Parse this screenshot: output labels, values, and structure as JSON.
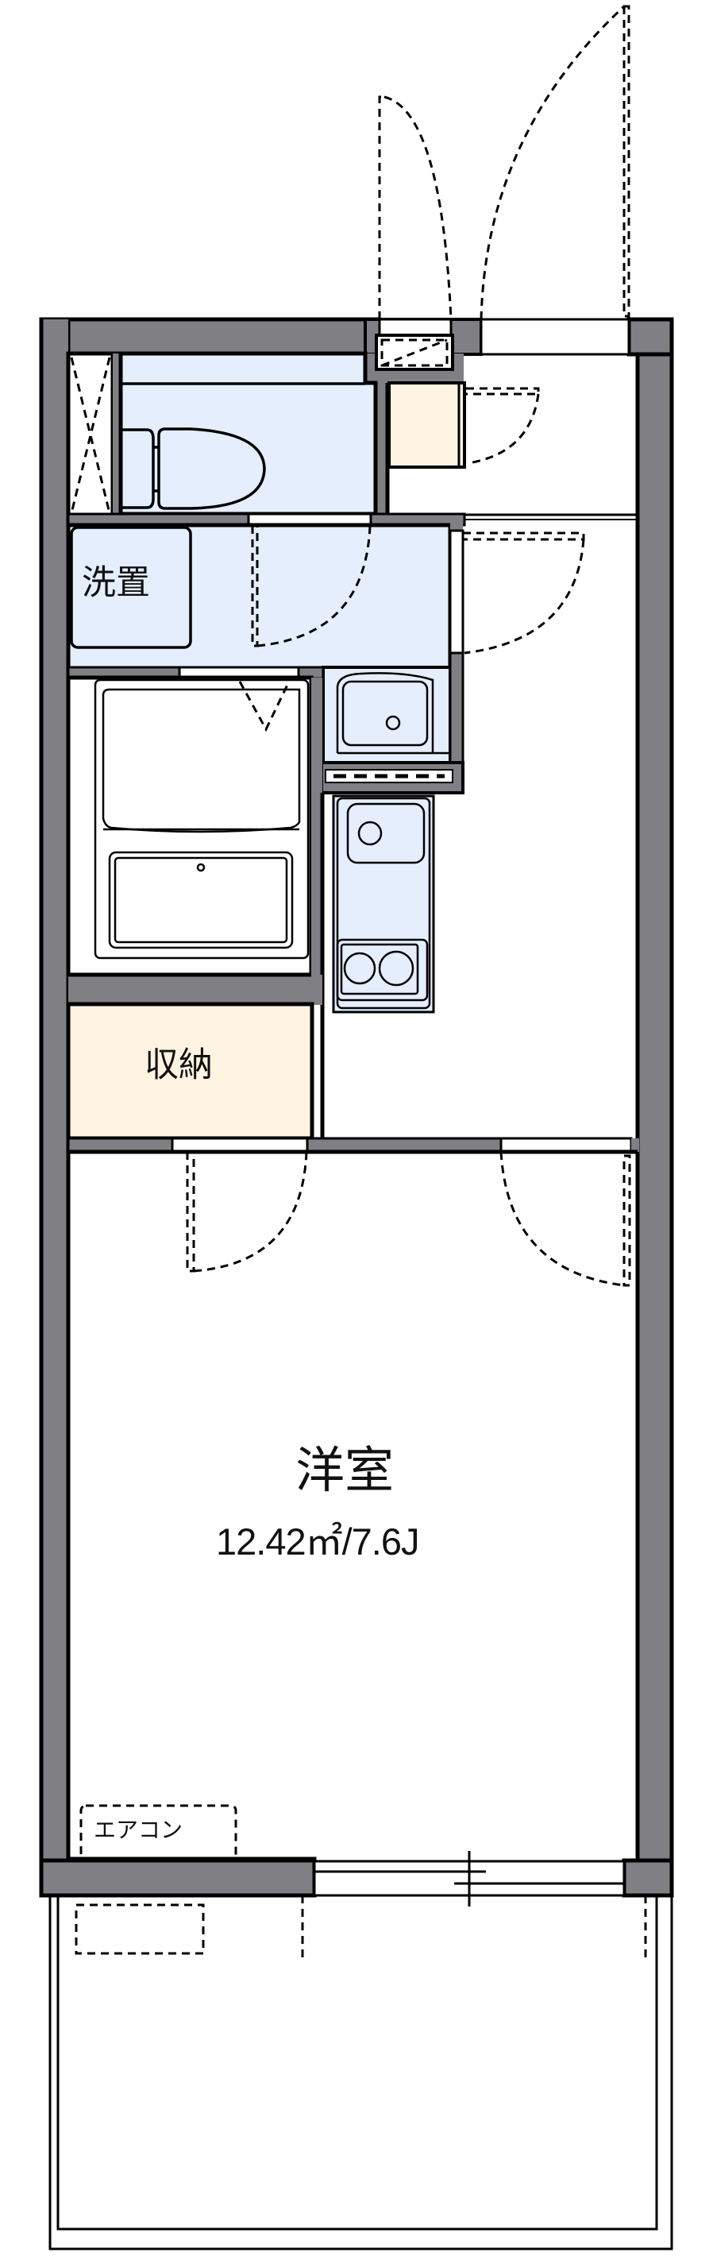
{
  "floorplan": {
    "colors": {
      "wall": "#808084",
      "wet_area": "#e4eefc",
      "storage": "#fff4e2",
      "floor": "#ffffff",
      "line": "#000000"
    },
    "rooms": [
      {
        "id": "washroom",
        "label": "洗置"
      },
      {
        "id": "storage",
        "label": "収納"
      },
      {
        "id": "western_room",
        "label": "洋室",
        "area": "12.42㎡/7.6J"
      }
    ],
    "fixtures": {
      "air_conditioner": {
        "label": "エアコン"
      }
    }
  }
}
